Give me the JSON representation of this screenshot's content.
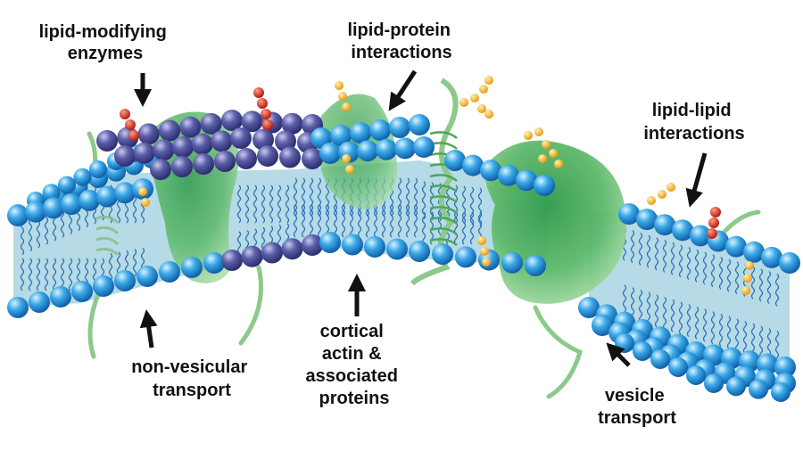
{
  "labels": {
    "lipid_modifying_enzymes": [
      "lipid-modifying",
      "enzymes"
    ],
    "lipid_protein_interactions": [
      "lipid-protein",
      "interactions"
    ],
    "lipid_lipid_interactions": [
      "lipid-lipid",
      "interactions"
    ],
    "non_vesicular_transport": [
      "non-vesicular",
      "transport"
    ],
    "cortical_actin": [
      "cortical",
      "actin &",
      "associated",
      "proteins"
    ],
    "vesicle_transport": [
      "vesicle",
      "transport"
    ]
  },
  "colors": {
    "lipid_head": "#3aa8e8",
    "lipid_head_dark": "#1676c2",
    "raft_head": "#5b5ea8",
    "membrane_core": "#a9d4e2",
    "lipid_tail": "#2a73b8",
    "protein": "#6cc07a",
    "protein_dark": "#2f9a49",
    "glycan_orange": "#f5b324",
    "glycan_red": "#d62a1c",
    "arrow": "#111111"
  }
}
